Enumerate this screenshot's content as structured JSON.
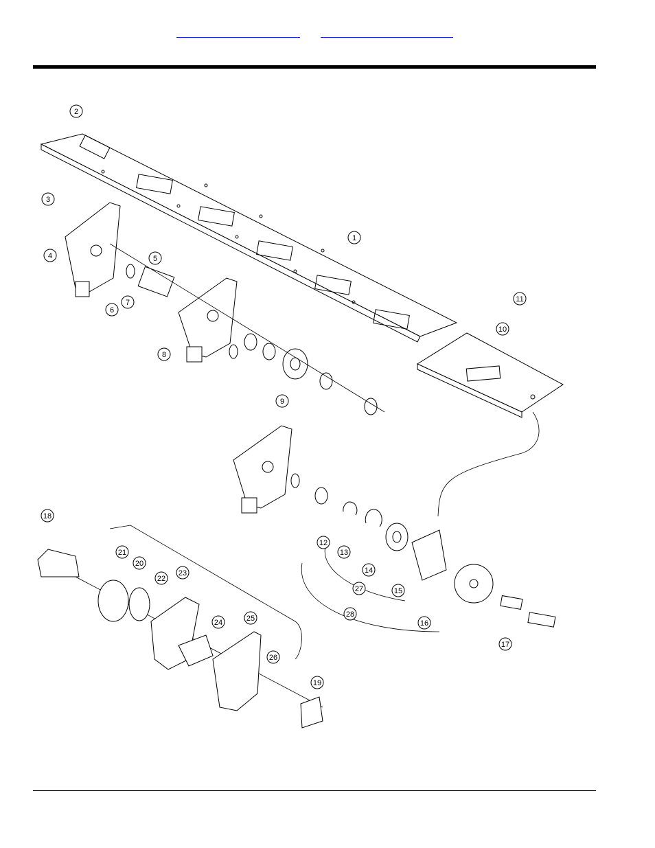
{
  "header": {
    "links": [
      "",
      ""
    ]
  },
  "figure": {
    "callouts": [
      "1",
      "2",
      "3",
      "4",
      "5",
      "6",
      "7",
      "8",
      "9",
      "10",
      "11",
      "12",
      "13",
      "14",
      "15",
      "16",
      "17",
      "18",
      "19",
      "20",
      "21",
      "22",
      "23",
      "24",
      "25",
      "26",
      "27",
      "28"
    ]
  },
  "colors": {
    "link": "#1a1aff",
    "line": "#000000",
    "fill_dark": "#222222",
    "fill_light": "#f0f0f0"
  }
}
